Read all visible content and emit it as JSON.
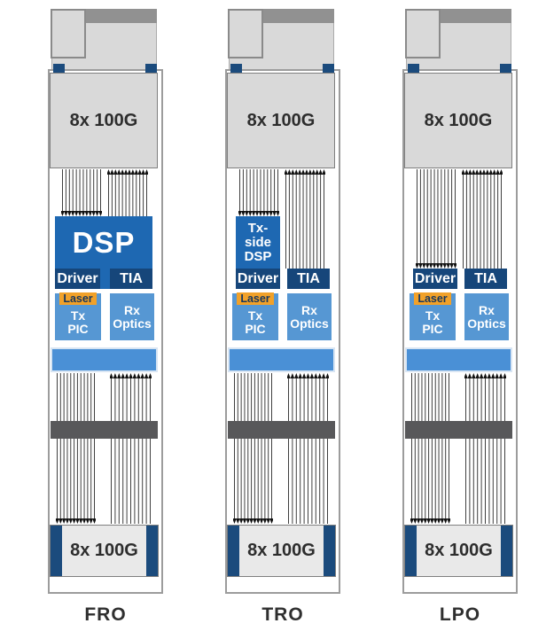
{
  "modules": [
    {
      "label": "FRO",
      "top_port": "8x 100G",
      "dsp": "DSP",
      "driver": "Driver",
      "tia": "TIA",
      "laser": "Laser",
      "tx_pic": "Tx\nPIC",
      "rx_optics": "Rx\nOptics",
      "bottom_port": "8x 100G"
    },
    {
      "label": "TRO",
      "top_port": "8x 100G",
      "dsp": "Tx-\nside\nDSP",
      "driver": "Driver",
      "tia": "TIA",
      "laser": "Laser",
      "tx_pic": "Tx\nPIC",
      "rx_optics": "Rx\nOptics",
      "bottom_port": "8x 100G"
    },
    {
      "label": "LPO",
      "top_port": "8x 100G",
      "driver": "Driver",
      "tia": "TIA",
      "laser": "Laser",
      "tx_pic": "Tx\nPIC",
      "rx_optics": "Rx\nOptics",
      "bottom_port": "8x 100G"
    }
  ],
  "colors": {
    "dsp_blue": "#1e68b2",
    "navy": "#16467a",
    "tab_navy": "#1b4b7d",
    "optics_blue": "#5697d3",
    "interface_blue": "#4a90d6",
    "laser_orange": "#f1a129",
    "block_gray": "#d9d9d9",
    "connector_bar_gray": "#919191",
    "crossbar_gray": "#58585a",
    "outline_gray": "#9c9c9c",
    "text_dark": "#2d2d2d"
  }
}
